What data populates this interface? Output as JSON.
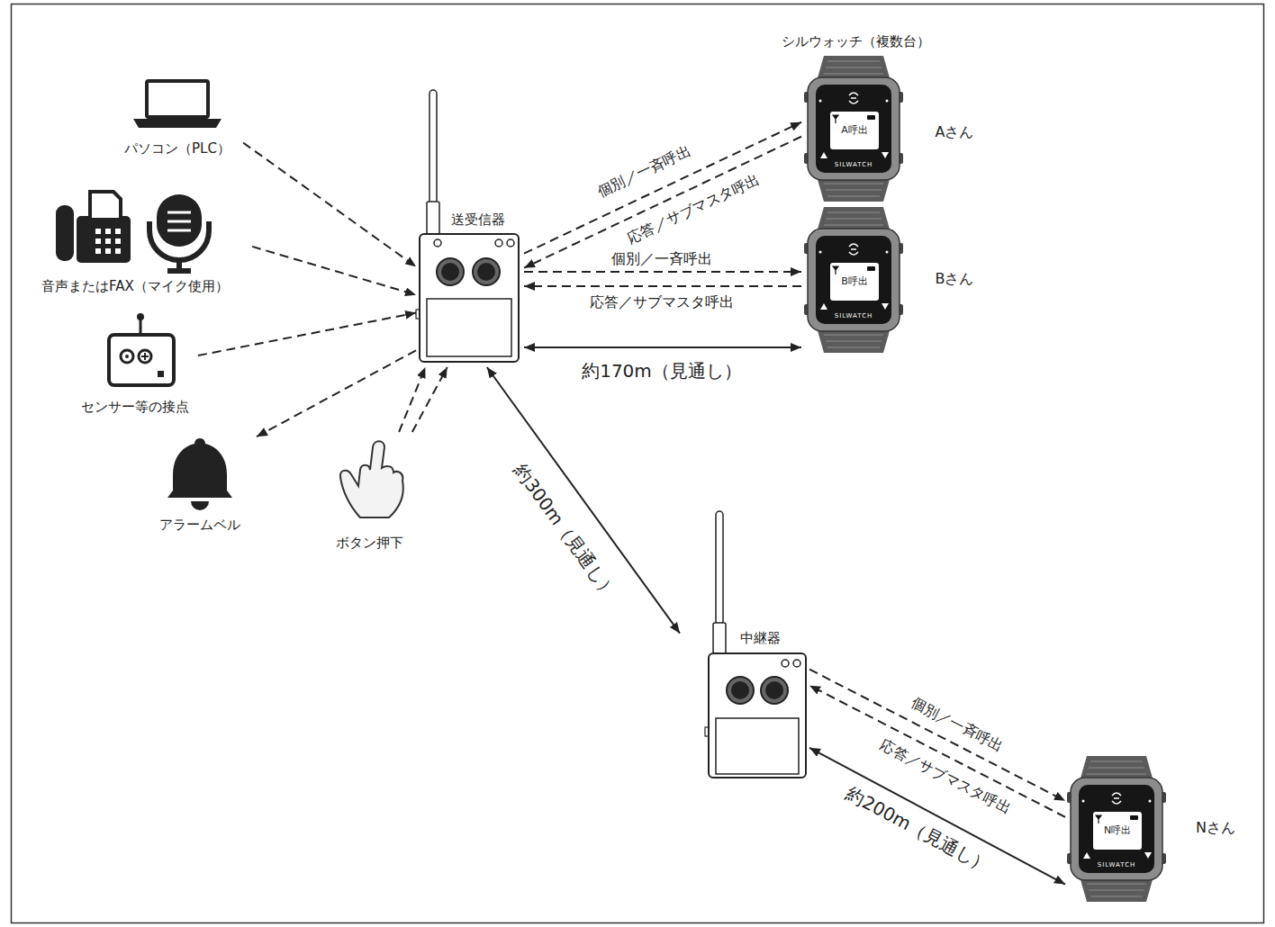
{
  "diagram": {
    "nodes": [
      {
        "text": [
          "パソコン（PLC）"
        ]
      },
      {
        "text": [
          "音声またはFAX（マイク使用）"
        ]
      },
      {
        "text": [
          "センサー等の接点"
        ]
      },
      {
        "text": [
          "アラームベル"
        ]
      },
      {
        "text": [
          "ボタン押下"
        ]
      },
      {
        "text": [
          "送受信器"
        ]
      },
      {
        "text": [
          "中継器"
        ]
      },
      {
        "text": [
          "A呼出",
          "Aさん"
        ]
      },
      {
        "text": [
          "B呼出",
          "Bさん"
        ]
      },
      {
        "text": [
          "N呼出",
          "Nさん"
        ]
      }
    ],
    "edges": [
      {
        "from": 0,
        "to": 5,
        "arrow": "to"
      },
      {
        "from": 1,
        "to": 5,
        "arrow": "to"
      },
      {
        "from": 2,
        "to": 5,
        "arrow": "to"
      },
      {
        "from": 5,
        "to": 3,
        "arrow": "to"
      },
      {
        "from": 4,
        "to": 5,
        "arrow": "to"
      },
      {
        "from": 4,
        "to": 5,
        "arrow": "to"
      },
      {
        "from": 5,
        "to": 7,
        "arrow": "to",
        "label": "個別／一斉呼出"
      },
      {
        "from": 7,
        "to": 5,
        "arrow": "to",
        "label": "応答／サブマスタ呼出"
      },
      {
        "from": 5,
        "to": 8,
        "arrow": "to",
        "label": "個別／一斉呼出"
      },
      {
        "from": 8,
        "to": 5,
        "arrow": "to",
        "label": "応答／サブマスタ呼出"
      },
      {
        "from": 5,
        "to": 8,
        "arrow": "both",
        "label": "約170m（見通し）"
      },
      {
        "from": 5,
        "to": 6,
        "arrow": "both",
        "label": "約300m（見通し）"
      },
      {
        "from": 6,
        "to": 9,
        "arrow": "to",
        "label": "個別／一斉呼出"
      },
      {
        "from": 9,
        "to": 6,
        "arrow": "to",
        "label": "応答／サブマスタ呼出"
      },
      {
        "from": 6,
        "to": 9,
        "arrow": "both",
        "label": "約200m（見通し）"
      }
    ],
    "labels": [
      "シルウォッチ（複数台）",
      "SILWATCH",
      "SILWATCH",
      "SILWATCH"
    ]
  }
}
